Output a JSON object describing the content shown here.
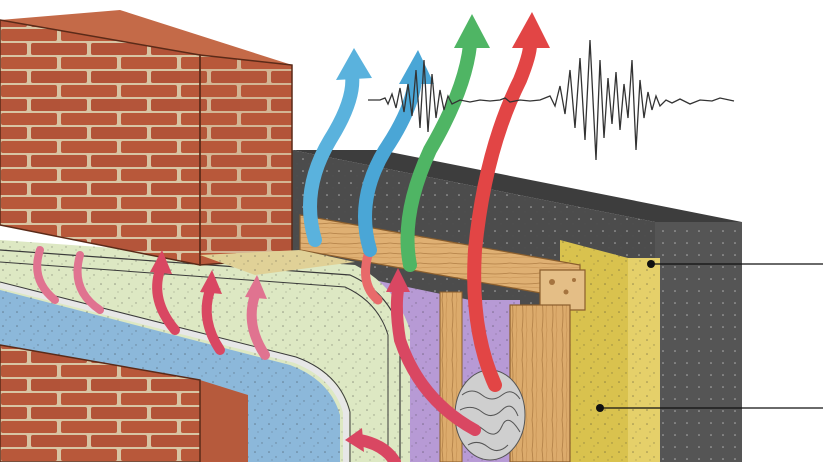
{
  "diagram": {
    "description_text": "",
    "colors": {
      "background": "#ffffff",
      "brick": "#b8583a",
      "brick_dark": "#8e3f27",
      "mortar": "#d9c7a8",
      "concrete_board": "#4a4a4a",
      "insulation_yellow": "#e3cf63",
      "timber": "#d9a86a",
      "timber_dark": "#b07e45",
      "layer_purple": "#b99ad6",
      "layer_green": "#dde8c4",
      "layer_blue": "#8db7d8",
      "arrow_blue": "#4aa9d8",
      "arrow_green": "#4fb564",
      "arrow_red": "#e24a4a",
      "arrow_pink": "#d9506a",
      "seismic_line": "#333333"
    },
    "arrows": [
      {
        "name": "heat-arrow-blue-1",
        "color": "blue"
      },
      {
        "name": "heat-arrow-blue-2",
        "color": "blue"
      },
      {
        "name": "heat-arrow-green",
        "color": "green"
      },
      {
        "name": "heat-arrow-red",
        "color": "red"
      }
    ],
    "leader_lines": [
      {
        "name": "leader-line-board"
      },
      {
        "name": "leader-line-insulation"
      }
    ]
  }
}
